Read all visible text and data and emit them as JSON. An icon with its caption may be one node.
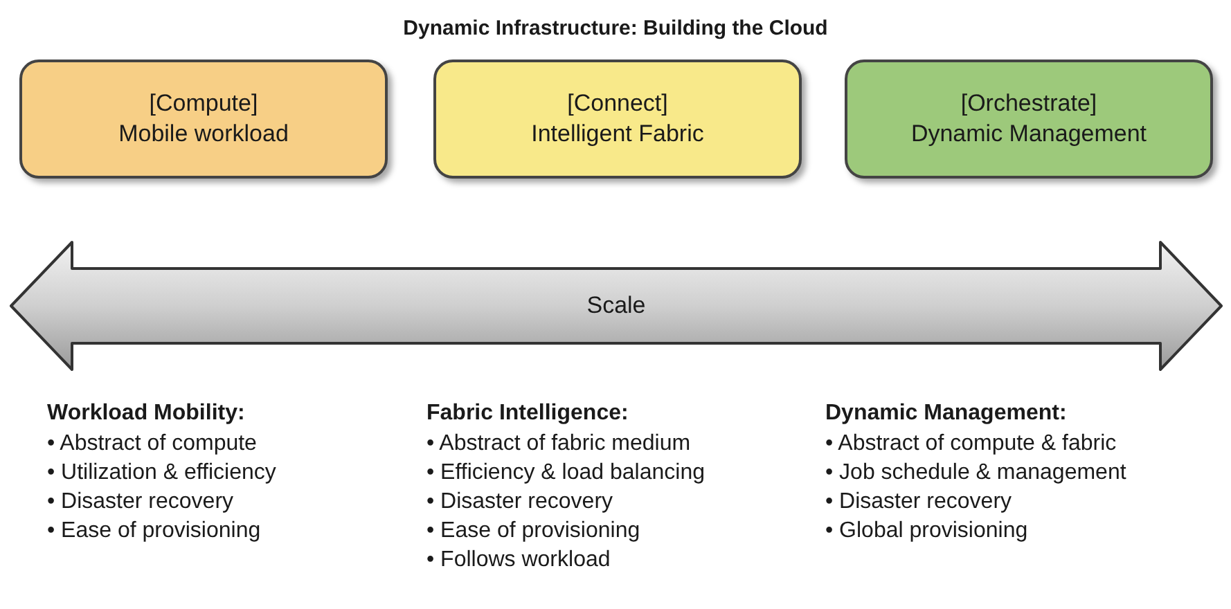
{
  "diagram": {
    "title": "Dynamic Infrastructure: Building the Cloud",
    "nodes": [
      {
        "text": [
          "[Compute]",
          "Mobile workload"
        ]
      },
      {
        "text": [
          "[Connect]",
          "Intelligent Fabric"
        ]
      },
      {
        "text": [
          "[Orchestrate]",
          "Dynamic Management"
        ]
      },
      {
        "text": [
          "Scale"
        ]
      }
    ],
    "edges": [],
    "labels": [
      "Workload Mobility:",
      "• Abstract of compute",
      "• Utilization & efficiency",
      "• Disaster recovery",
      "• Ease of provisioning",
      "Fabric Intelligence:",
      "• Abstract of fabric medium",
      "• Efficiency & load balancing",
      "• Disaster recovery",
      "• Ease of provisioning",
      "• Follows workload",
      "Dynamic Management:",
      "• Abstract of compute & fabric",
      "• Job schedule & management",
      "• Disaster recovery",
      "• Global provisioning"
    ]
  }
}
